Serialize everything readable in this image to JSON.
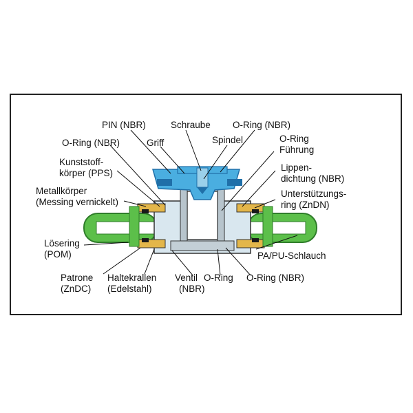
{
  "labels": {
    "pin": "PIN (NBR)",
    "schraube": "Schraube",
    "oring_top_right": "O-Ring (NBR)",
    "oring_left": "O-Ring (NBR)",
    "griff": "Griff",
    "spindel": "Spindel",
    "oring_fuehrung_1": "O-Ring",
    "oring_fuehrung_2": "Führung",
    "kunststoff_1": "Kunststoff-",
    "kunststoff_2": "körper (PPS)",
    "lippen_1": "Lippen-",
    "lippen_2": "dichtung (NBR)",
    "metall_1": "Metallkörper",
    "metall_2": "(Messing vernickelt)",
    "unterst_1": "Unterstützungs-",
    "unterst_2": "ring (ZnDN)",
    "loesering_1": "Lösering",
    "loesering_2": "(POM)",
    "schlauch": "PA/PU-Schlauch",
    "patrone_1": "Patrone",
    "patrone_2": "(ZnDC)",
    "halte_1": "Haltekrallen",
    "halte_2": "(Edelstahl)",
    "ventil_1": "Ventil",
    "ventil_2": "(NBR)",
    "oring_bottom_1": "O-Ring",
    "oring_bottom_2": "O-Ring (NBR)"
  },
  "colors": {
    "handle": "#4aaee0",
    "handle_dark": "#1f6fa8",
    "body": "#d9e7ef",
    "hose": "#5cbf4a",
    "hose_dark": "#2f7d2a",
    "brass": "#e3b64a",
    "seal": "#1a1a1a",
    "frame": "#222222"
  }
}
